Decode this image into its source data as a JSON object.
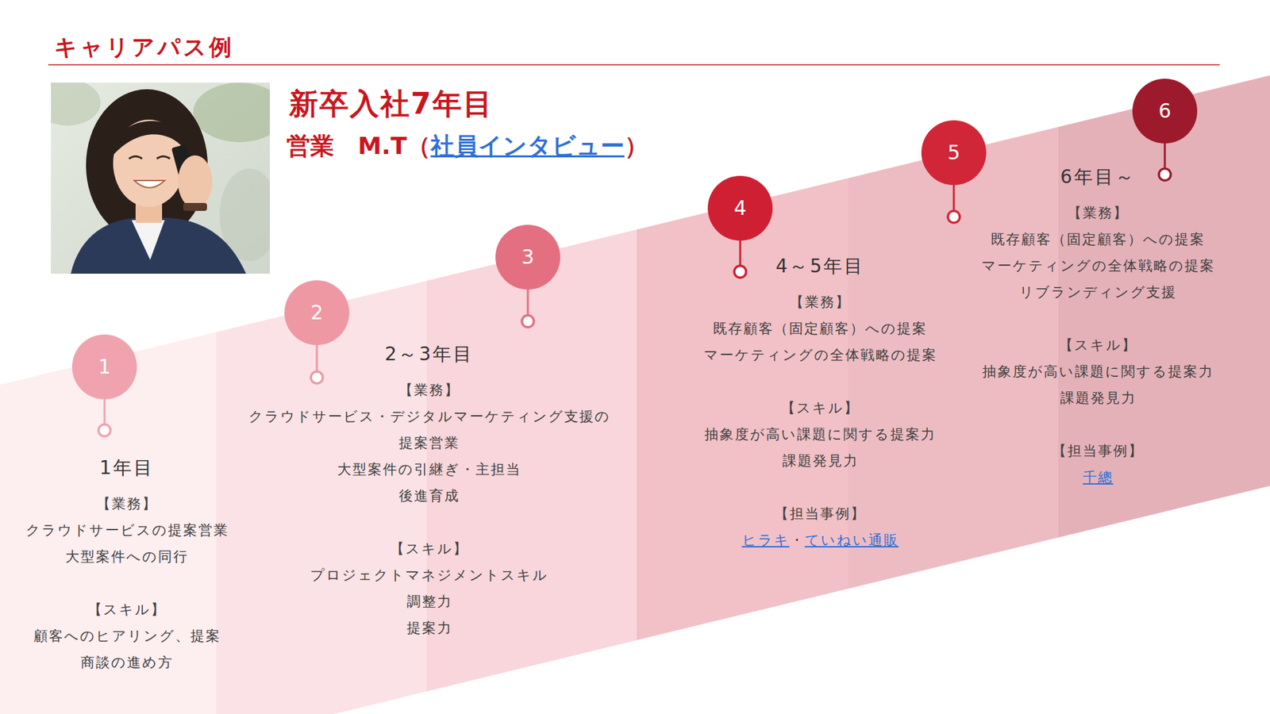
{
  "diagram": {
    "title": "キャリアパス例",
    "nodes": [
      {
        "text": [
          "1"
        ]
      },
      {
        "text": [
          "1年目",
          "【業務】",
          "クラウドサービスの提案営業",
          "大型案件への同行",
          "【スキル】",
          "顧客へのヒアリング、提案",
          "商談の進め方"
        ]
      },
      {
        "text": [
          "2"
        ]
      },
      {
        "text": [
          "3"
        ]
      },
      {
        "text": [
          "2～3年目",
          "【業務】",
          "クラウドサービス・デジタルマーケティング支援の 提案営業",
          "大型案件の引継ぎ・主担当",
          "後進育成",
          "【スキル】",
          "プロジェクトマネジメントスキル",
          "調整力",
          "提案力"
        ]
      },
      {
        "text": [
          "4"
        ]
      },
      {
        "text": [
          "5"
        ]
      },
      {
        "text": [
          "4～5年目",
          "【業務】",
          "既存顧客（固定顧客）への提案",
          "マーケティングの全体戦略の提案",
          "【スキル】",
          "抽象度が高い課題に関する提案力",
          "課題発見力",
          "【担当事例】",
          "ヒラキ",
          "・",
          "ていねい通販"
        ]
      },
      {
        "text": [
          "6"
        ]
      },
      {
        "text": [
          "6年目～",
          "【業務】",
          "既存顧客（固定顧客）への提案",
          "マーケティングの全体戦略の提案",
          "リブランディング支援",
          "【スキル】",
          "抽象度が高い課題に関する提案力",
          "課題発見力",
          "【担当事例】",
          "千總"
        ]
      }
    ],
    "labels": [
      "新卒入社7年目",
      "営業　M.T（",
      "社員インタビュー",
      "）"
    ]
  }
}
